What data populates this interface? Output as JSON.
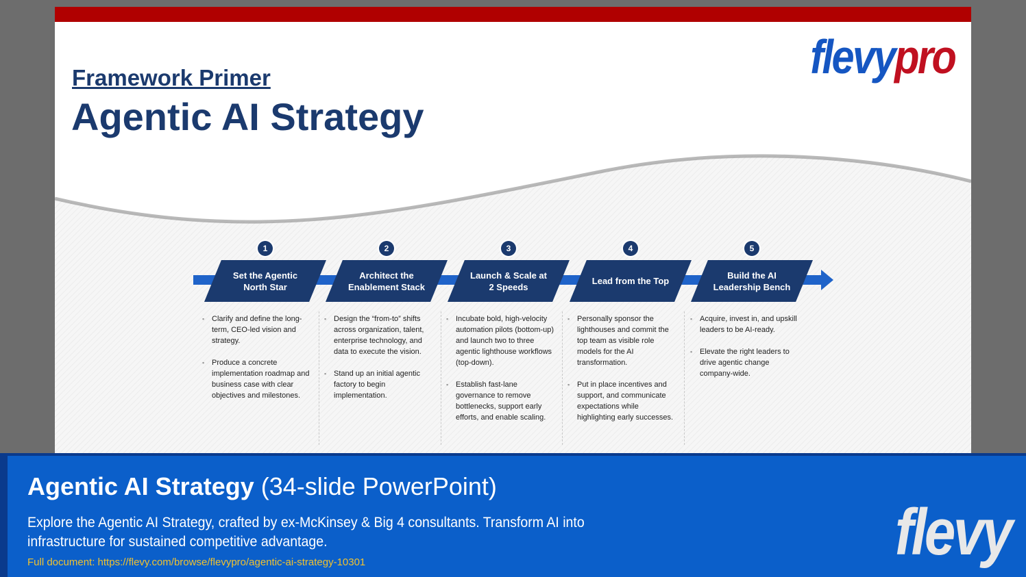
{
  "slide": {
    "logo_part1": "flevy",
    "logo_part2": "pro",
    "primer": "Framework Primer",
    "title": "Agentic AI Strategy"
  },
  "steps": [
    {
      "num": "1",
      "title": "Set the Agentic North Star",
      "bullets": [
        "Clarify and define the long-term, CEO-led vision and strategy.",
        "Produce a concrete implementation roadmap and business case with clear objectives and milestones."
      ]
    },
    {
      "num": "2",
      "title": "Architect the Enablement Stack",
      "bullets": [
        "Design the “from-to” shifts across organization, talent, enterprise technology, and data to execute the vision.",
        "Stand up an initial agentic factory to begin implementation."
      ]
    },
    {
      "num": "3",
      "title": "Launch & Scale at 2 Speeds",
      "bullets": [
        "Incubate bold, high-velocity automation pilots (bottom-up) and launch two to three agentic lighthouse workflows (top-down).",
        "Establish fast-lane governance to remove bottlenecks, support early efforts, and enable scaling."
      ]
    },
    {
      "num": "4",
      "title": "Lead from the Top",
      "bullets": [
        "Personally sponsor the lighthouses and commit the top team as visible role models for the AI transformation.",
        "Put in place incentives and support, and communicate expectations while highlighting early successes."
      ]
    },
    {
      "num": "5",
      "title": "Build the AI Leadership Bench",
      "bullets": [
        "Acquire, invest in, and upskill leaders to be AI-ready.",
        "Elevate the right leaders to drive agentic change company-wide."
      ]
    }
  ],
  "footer": {
    "title_bold": "Agentic AI Strategy",
    "title_rest": " (34-slide PowerPoint)",
    "description": "Explore the Agentic AI Strategy, crafted by ex-McKinsey & Big 4 consultants. Transform AI into infrastructure for sustained competitive advantage.",
    "link": "Full document: https://flevy.com/browse/flevypro/agentic-ai-strategy-10301",
    "logo": "flevy"
  },
  "colors": {
    "accent_red": "#b00000",
    "navy": "#1b3a6e",
    "blue": "#1f63c9",
    "footer_blue": "#0b5fca",
    "link_gold": "#f0c230"
  }
}
